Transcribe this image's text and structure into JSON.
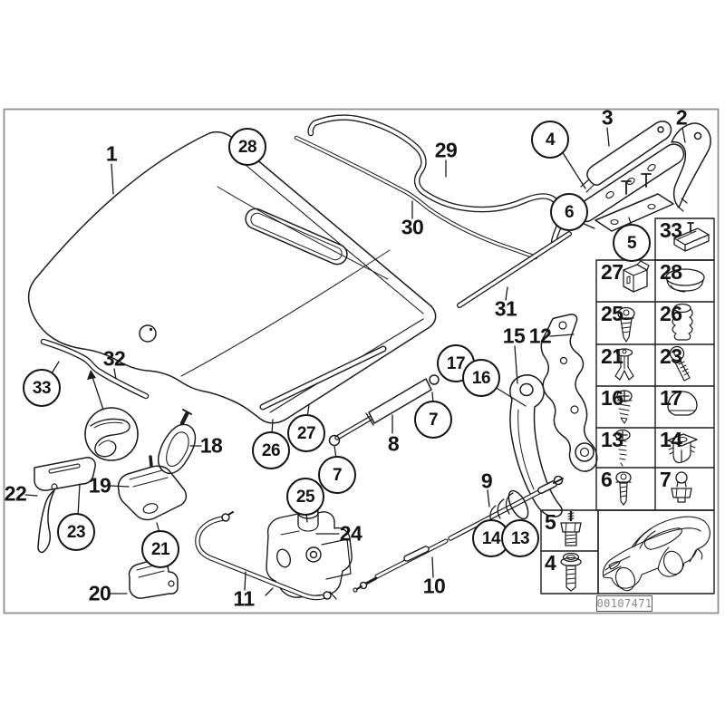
{
  "image_code": "00107471",
  "colors": {
    "line": "#1c1c1c",
    "frame_border": "#919191",
    "code_text": "#8a8a8a",
    "background": "#ffffff"
  },
  "callouts": {
    "items": [
      {
        "text": "1"
      },
      {
        "text": "3"
      },
      {
        "text": "2"
      },
      {
        "text": "29"
      },
      {
        "text": "30"
      },
      {
        "text": "31"
      },
      {
        "text": "32"
      },
      {
        "text": "22"
      },
      {
        "text": "19"
      },
      {
        "text": "18"
      },
      {
        "text": "20"
      },
      {
        "text": "11"
      },
      {
        "text": "24"
      },
      {
        "text": "15"
      },
      {
        "text": "12"
      },
      {
        "text": "9"
      },
      {
        "text": "8"
      },
      {
        "text": "10"
      },
      {
        "text": "28"
      },
      {
        "text": "4"
      },
      {
        "text": "6"
      },
      {
        "text": "5"
      },
      {
        "text": "33"
      },
      {
        "text": "23"
      },
      {
        "text": "21"
      },
      {
        "text": "26"
      },
      {
        "text": "27"
      },
      {
        "text": "7"
      },
      {
        "text": "7"
      },
      {
        "text": "17"
      },
      {
        "text": "16"
      },
      {
        "text": "25"
      },
      {
        "text": "14"
      },
      {
        "text": "13"
      }
    ]
  },
  "parts_table": {
    "cells": [
      {
        "label": "33",
        "icon": "clip-sensor-icon"
      },
      {
        "label": "27",
        "icon": "cage-clip-icon"
      },
      {
        "label": "28",
        "icon": "oval-plug-icon"
      },
      {
        "label": "25",
        "icon": "pan-head-screw-icon"
      },
      {
        "label": "26",
        "icon": "rubber-buffer-icon"
      },
      {
        "label": "21",
        "icon": "expansion-rivet-icon"
      },
      {
        "label": "23",
        "icon": "torx-bolt-icon"
      },
      {
        "label": "16",
        "icon": "phillips-screw-icon"
      },
      {
        "label": "17",
        "icon": "cap-plug-icon"
      },
      {
        "label": "13",
        "icon": "long-screw-icon"
      },
      {
        "label": "14",
        "icon": "expansion-nut-icon"
      },
      {
        "label": "6",
        "icon": "torx-screw-icon"
      },
      {
        "label": "7",
        "icon": "ball-grommet-icon"
      },
      {
        "label": "5",
        "icon": "stud-with-nut-icon"
      },
      {
        "label": "4",
        "icon": "flange-bolt-icon"
      }
    ]
  }
}
